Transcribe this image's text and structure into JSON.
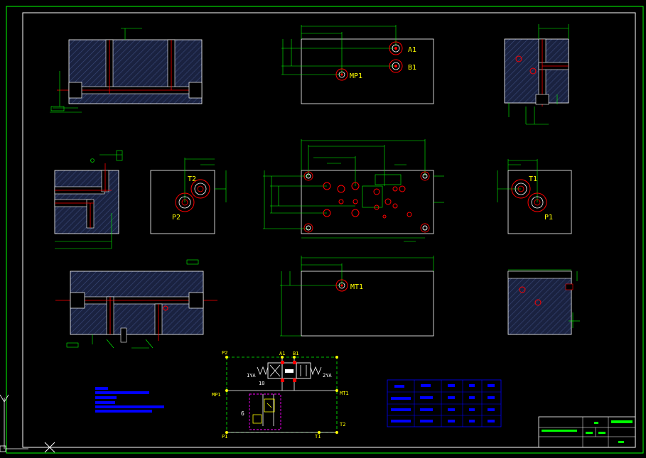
{
  "colors": {
    "background": "#000000",
    "border": "#00ff00",
    "outline": "#ffffff",
    "dimension": "#00ff00",
    "label": "#ffff00",
    "port": "#ff0000",
    "hatch": "#3a4a7a",
    "annotation": "#0000ff",
    "valve_box": "#ff00ff"
  },
  "top_view_ports": {
    "port_a": "A1",
    "port_b": "B1",
    "port_mp": "MP1"
  },
  "bottom_view_ports": {
    "port_mt": "MT1"
  },
  "left_face": {
    "port_t": "T2",
    "port_p": "P2"
  },
  "right_face": {
    "port_t": "T1",
    "port_p": "P1"
  },
  "schematic": {
    "p2": "P2",
    "a1": "A1",
    "b1": "B1",
    "ya1": "1YA",
    "ya2": "2YA",
    "valve_no": "10",
    "mp1": "MP1",
    "mt1": "MT1",
    "cartridge_no": "6",
    "t2": "T2",
    "p1": "P1",
    "t1": "T1"
  },
  "icons": {
    "ucs": "ucs-axis-icon",
    "cursor": "crosshair-icon"
  }
}
